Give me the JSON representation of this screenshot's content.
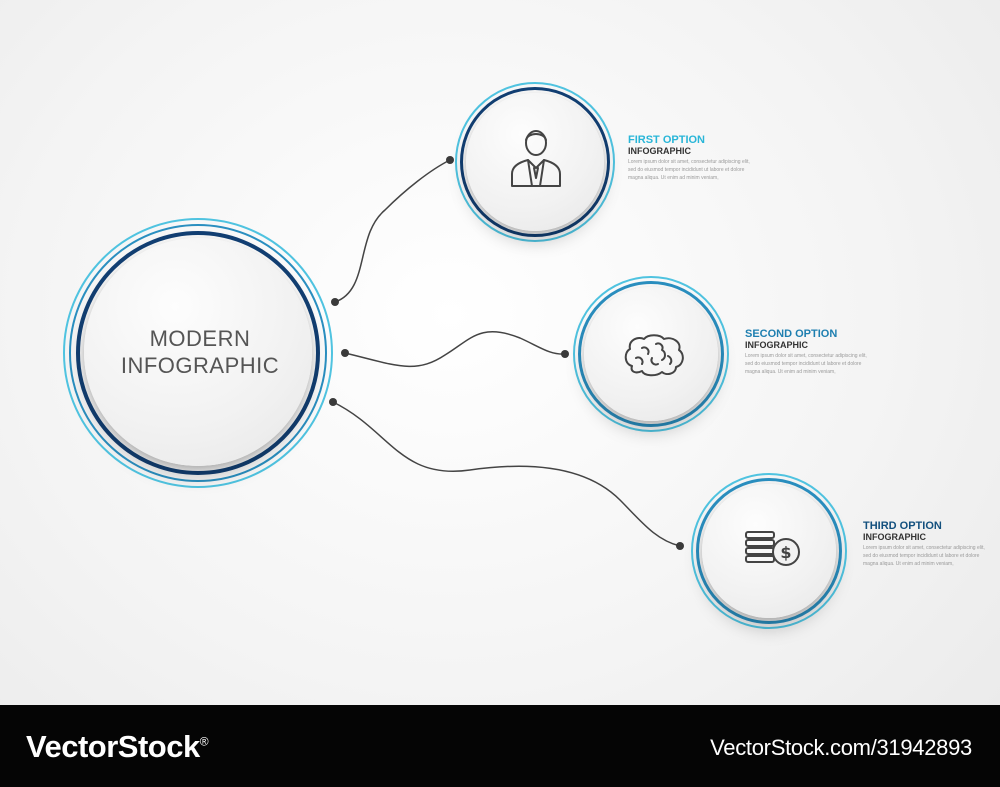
{
  "main": {
    "title_line1": "MODERN",
    "title_line2": "INFOGRAPHIC"
  },
  "options": [
    {
      "title": "FIRST OPTION",
      "subtitle": "INFOGRAPHIC",
      "body": "Lorem ipsum dolor sit amet, consectetur adipiscing elit, sed do eiusmod tempor incididunt ut labore et dolore magna aliqua. Ut enim ad minim veniam,",
      "title_color": "#29b6d8",
      "icon": "businessman-icon"
    },
    {
      "title": "SECOND OPTION",
      "subtitle": "INFOGRAPHIC",
      "body": "Lorem ipsum dolor sit amet, consectetur adipiscing elit, sed do eiusmod tempor incididunt ut labore et dolore magna aliqua. Ut enim ad minim veniam,",
      "title_color": "#1e7fb0",
      "icon": "brain-icon"
    },
    {
      "title": "THIRD OPTION",
      "subtitle": "INFOGRAPHIC",
      "body": "Lorem ipsum dolor sit amet, consectetur adipiscing elit, sed do eiusmod tempor incididunt ut labore et dolore magna aliqua. Ut enim ad minim veniam,",
      "title_color": "#13507e",
      "icon": "coins-dollar-icon"
    }
  ],
  "colors": {
    "ring_light": "#4fc3e0",
    "ring_mid": "#2a8fc0",
    "ring_dark": "#123f73",
    "connector": "#444444",
    "text_main": "#555555"
  },
  "footer": {
    "brand": "VectorStock",
    "trademark": "®",
    "credit": "VectorStock.com/31942893"
  }
}
